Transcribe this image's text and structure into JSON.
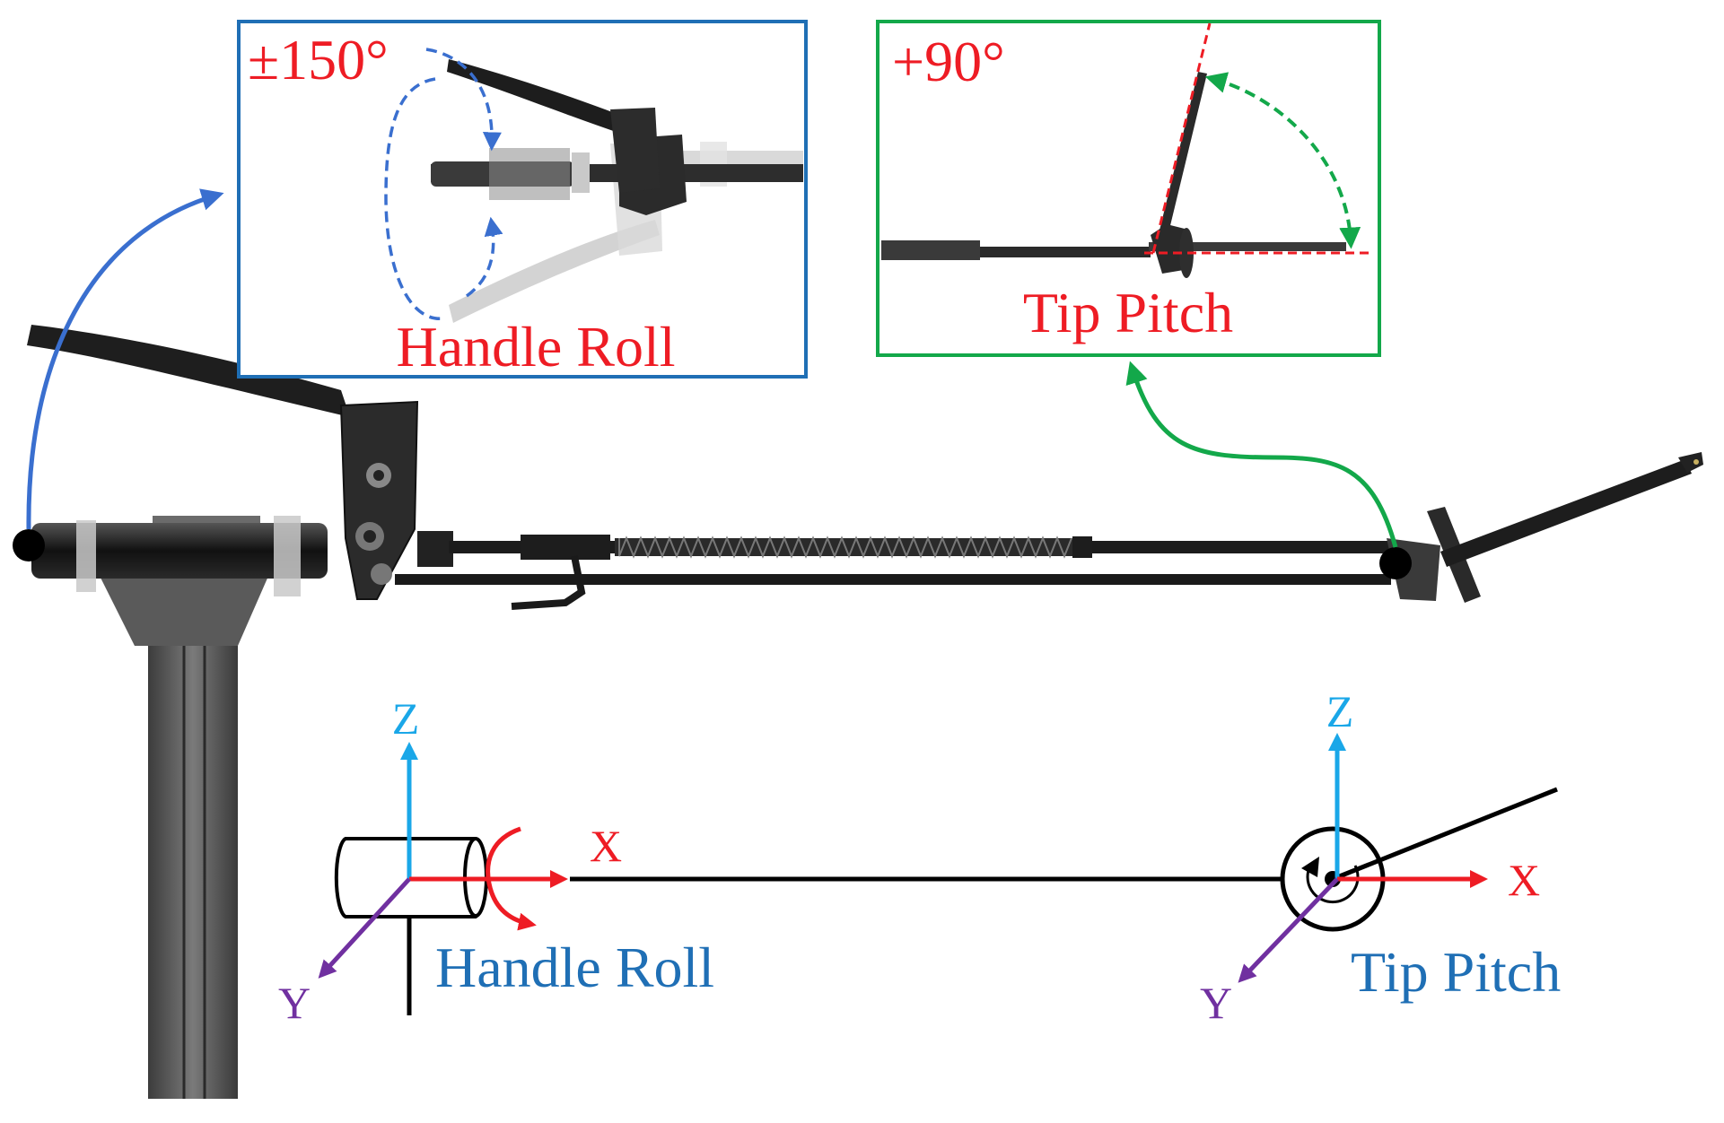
{
  "colors": {
    "blue_box": "#1f6fb5",
    "green_box": "#13a84a",
    "red": "#ee1c24",
    "blue_text": "#1f6fb5",
    "axis_z": "#1aa7e8",
    "axis_y": "#7030a0",
    "axis_x": "#ee1c24",
    "instrument": "#1a1a1a",
    "stand": "#5a5a5a"
  },
  "roll_inset": {
    "angle": "±150°",
    "title": "Handle Roll"
  },
  "pitch_inset": {
    "angle": "+90°",
    "title": "Tip Pitch"
  },
  "handle_frame": {
    "z": "Z",
    "x": "X",
    "y": "Y",
    "label": "Handle Roll"
  },
  "tip_frame": {
    "z": "Z",
    "x": "X",
    "y": "Y",
    "label": "Tip Pitch"
  },
  "icons": [
    "roll-rotation-icon",
    "pitch-rotation-icon",
    "cylinder-handle-icon"
  ]
}
